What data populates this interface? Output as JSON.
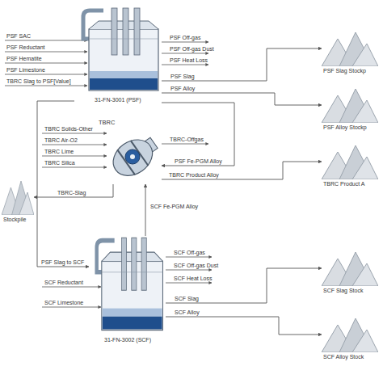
{
  "diagram": {
    "nodes": [
      {
        "text": [
          "31-FN-3001 (PSF)"
        ]
      },
      {
        "text": [
          "PSF Slag Stockp"
        ]
      },
      {
        "text": [
          "PSF Alloy Stockp"
        ]
      },
      {
        "text": [
          "TBRC"
        ]
      },
      {
        "text": [
          "TBRC Product A"
        ]
      },
      {
        "text": [
          "Stockpile"
        ]
      },
      {
        "text": [
          "31-FN-3002 (SCF)"
        ]
      },
      {
        "text": [
          "SCF Slag Stock"
        ]
      },
      {
        "text": [
          "SCF Alloy Stock"
        ]
      }
    ],
    "edges": [
      {
        "from": 0,
        "to": 1,
        "arrow": "to",
        "label": "PSF Slag"
      },
      {
        "from": 0,
        "to": 2,
        "arrow": "to",
        "label": "PSF Alloy"
      },
      {
        "from": 0,
        "to": 3,
        "arrow": "to",
        "label": "PSF Fe-PGM Alloy"
      },
      {
        "from": 3,
        "to": 4,
        "arrow": "to",
        "label": "TBRC Product Alloy"
      },
      {
        "from": 3,
        "to": 5,
        "arrow": "to",
        "label": "TBRC-Slag"
      },
      {
        "from": 6,
        "to": 3,
        "arrow": "to",
        "label": "SCF Fe-PGM Alloy"
      },
      {
        "from": 0,
        "to": 6,
        "arrow": "to",
        "label": "PSF Slag to SCF"
      },
      {
        "from": 6,
        "to": 7,
        "arrow": "to",
        "label": "SCF Slag"
      },
      {
        "from": 6,
        "to": 8,
        "arrow": "to",
        "label": "SCF Alloy"
      }
    ],
    "labels": [
      "PSF SAC",
      "PSF Reductant",
      "PSF Hematite",
      "PSF Limestone",
      "TBRC Slag to PSF[Value]",
      "PSF Off-gas",
      "PSF Off-gas Dust",
      "PSF Heat Loss",
      "TBRC Solids-Other",
      "TBRC Air-O2",
      "TBRC Lime",
      "TBRC Silica",
      "TBRC-Offgas",
      "SCF Reductant",
      "SCF Limestone",
      "SCF Off-gas",
      "SCF Off-gas Dust",
      "SCF Heat Loss"
    ]
  }
}
